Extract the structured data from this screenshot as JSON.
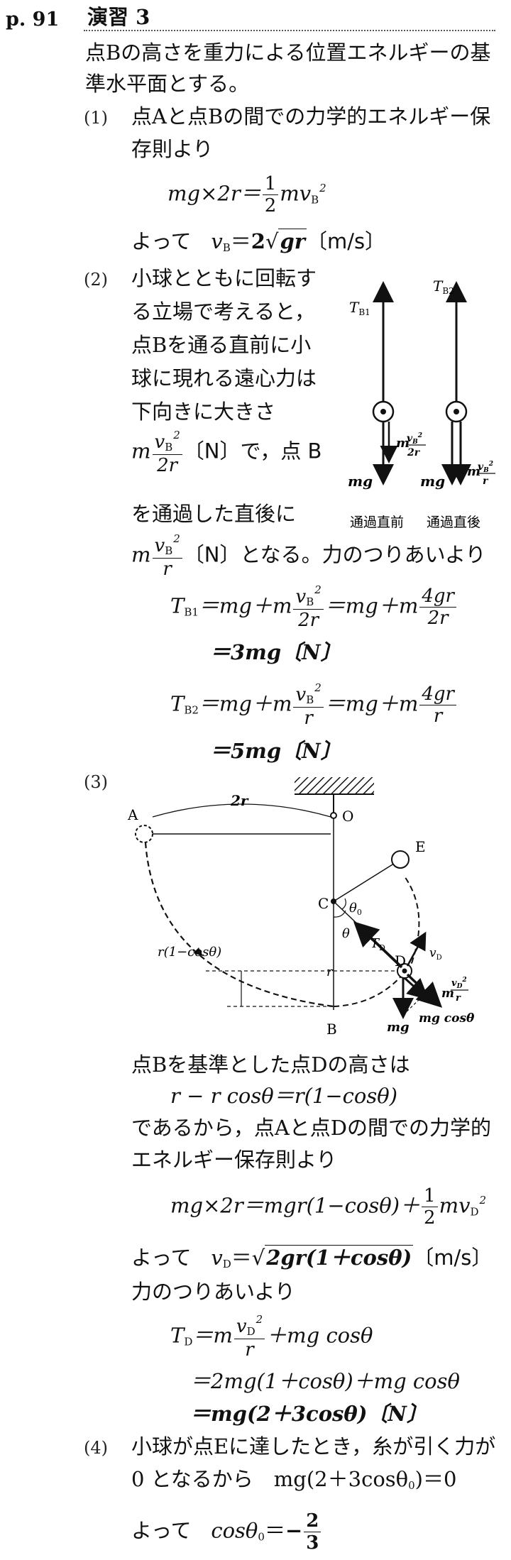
{
  "header": {
    "page": "p. 91",
    "title": "演習 3"
  },
  "intro": [
    "点Bの高さを重力による位置エネルギーの基",
    "準水平面とする。"
  ],
  "q1": {
    "num": "(1)",
    "lines": [
      "点Aと点Bの間での力学的エネルギー保",
      "存則より"
    ],
    "eq_lhs": "mg×2r＝",
    "eq_rhs": "mv",
    "yotte": "よって",
    "answer_unit": "〔m/s〕"
  },
  "q2": {
    "num": "(2)",
    "lines": [
      "小球とともに回転す",
      "る立場で考えると，",
      "点Bを通る直前に小",
      "球に現れる遠心力は",
      "下向きに大きさ"
    ],
    "mid_text": "〔N〕で，点 B",
    "line7": "を通過した直後に",
    "line8_rest": "〔N〕となる。力のつりあいより",
    "ans1": "＝3mg〔N〕",
    "ans2": "＝5mg〔N〕",
    "fig": {
      "label_before": "通過直前",
      "label_after": "通過直後",
      "tb1": "T",
      "tb1_sub": "B1",
      "tb2": "T",
      "tb2_sub": "B2",
      "mg": "mg"
    }
  },
  "q3": {
    "num": "(3)",
    "fig": {
      "A": "A",
      "O": "O",
      "E": "E",
      "C": "C",
      "D": "D",
      "B": "B",
      "two_r": "2r",
      "r": "r",
      "r1cos": "r(1−cosθ)",
      "theta": "θ",
      "theta0": "θ",
      "mg": "mg",
      "mgcos": "mg cosθ",
      "td": "T",
      "vd": "v"
    },
    "line1": "点Bを基準とした点Dの高さは",
    "height_eq": "r − r cosθ＝r(1−cosθ)",
    "line2": "であるから，点Aと点Dの間での力学的",
    "line3": "エネルギー保存則より",
    "energy_eq_a": "mg×2r＝mgr(1−cosθ)＋",
    "yotte": "よって",
    "vd_unit": "〔m/s〕",
    "balance": "力のつりあいより",
    "td_line2": "＝2mg(1＋cosθ)＋mg cosθ",
    "td_line3": "＝mg(2＋3cosθ)〔N〕"
  },
  "q4": {
    "num": "(4)",
    "line1": "小球が点Eに達したとき，糸が引く力が",
    "line2": "0 となるから　mg(2＋3cosθ",
    "line2_tail": ")＝0",
    "yotte": "よって",
    "cos_text": "cosθ"
  }
}
